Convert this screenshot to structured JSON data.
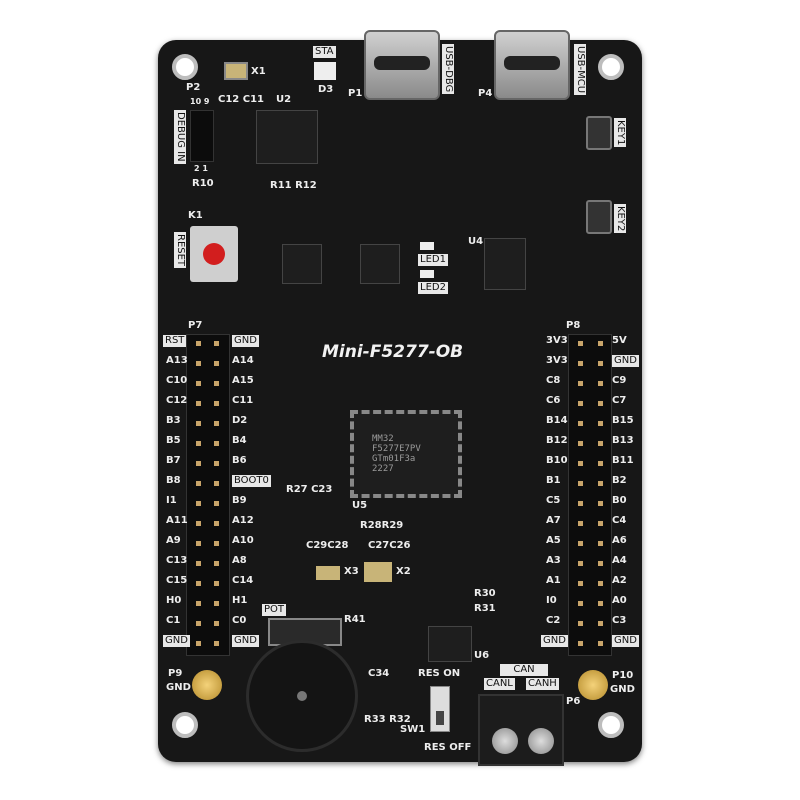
{
  "board": {
    "title": "Mini-F5277-OB",
    "color": "#171717"
  },
  "connectors": {
    "usb_dbg": "USB-DBG",
    "usb_mcu": "USB-MCU",
    "p1": "P1",
    "p4": "P4"
  },
  "labels": {
    "sta": "STA",
    "debug_in": "DEBUG IN",
    "p2": "P2",
    "p2_pins_top": "10 9",
    "p2_pins_bottom": "2 1",
    "reset": "RESET",
    "k1": "K1",
    "key1": "KEY1",
    "key2": "KEY2",
    "led1": "LED1",
    "led2": "LED2",
    "p7": "P7",
    "p8": "P8",
    "boot0": "BOOT0",
    "pot": "POT",
    "r41": "R41",
    "can": "CAN",
    "canl": "CANL",
    "canh": "CANH",
    "p6": "P6",
    "res_on": "RES ON",
    "res_off": "RES OFF",
    "sw1": "SW1",
    "u6": "U6",
    "p9": "P9",
    "p9_gnd": "GND",
    "p10": "P10",
    "p10_gnd": "GND",
    "x1": "X1",
    "x2": "X2",
    "x3": "X3",
    "u2": "U2",
    "u5": "U5",
    "u4": "U4",
    "d3": "D3",
    "r27c23": "R27 C23",
    "c29c28": "C29C28",
    "c27c26": "C27C26",
    "r28r29": "R28R29",
    "r33r32": "R33 R32",
    "c34": "C34",
    "r11r12": "R11 R12",
    "r10": "R10",
    "c12c11": "C12 C11",
    "r30": "R30",
    "r31": "R31"
  },
  "chip": {
    "lines": [
      "MM32",
      "F5277E7PV",
      "GTm01F3a",
      "2227"
    ]
  },
  "header_left": {
    "outer": [
      "RST",
      "A13",
      "C10",
      "C12",
      "B3",
      "B5",
      "B7",
      "B8",
      "I1",
      "A11",
      "A9",
      "C13",
      "C15",
      "H0",
      "C1",
      "GND"
    ],
    "inner": [
      "GND",
      "A14",
      "A15",
      "C11",
      "D2",
      "B4",
      "B6",
      "BOOT0",
      "B9",
      "A12",
      "A10",
      "A8",
      "C14",
      "H1",
      "C0",
      "GND"
    ]
  },
  "header_right": {
    "inner": [
      "3V3",
      "3V3",
      "C8",
      "C6",
      "B14",
      "B12",
      "B10",
      "B1",
      "C5",
      "A7",
      "A5",
      "A3",
      "A1",
      "I0",
      "C2",
      "GND"
    ],
    "outer": [
      "5V",
      "GND",
      "C9",
      "C7",
      "B15",
      "B13",
      "B11",
      "B2",
      "B0",
      "C4",
      "A6",
      "A4",
      "A2",
      "A0",
      "C3",
      "GND"
    ]
  }
}
